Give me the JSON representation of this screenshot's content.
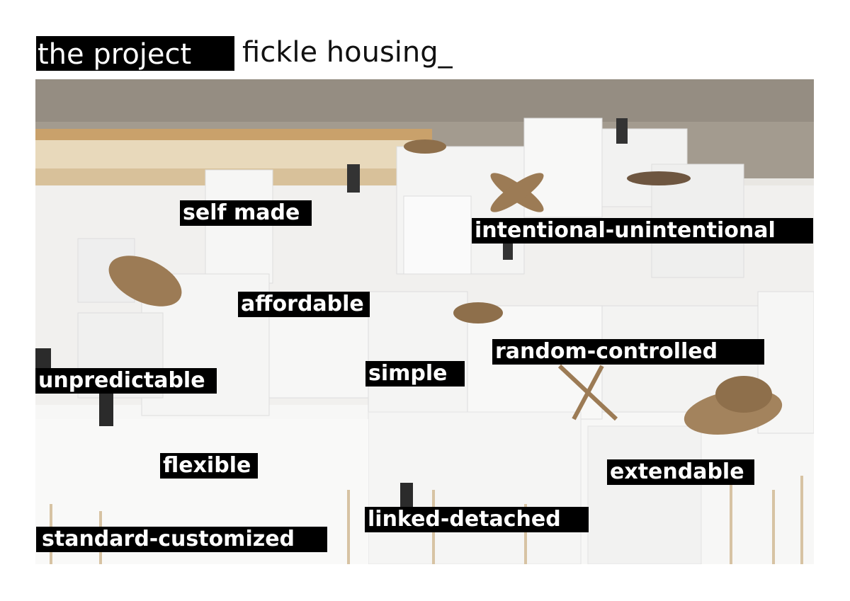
{
  "header": {
    "label": "the project",
    "title": "fickle housing_"
  },
  "photo": {
    "description_icon": "architecture-model-photo"
  },
  "tags": [
    "self made",
    "intentional-unintentional",
    "affordable",
    "random-controlled",
    "simple",
    "unpredictable",
    "flexible",
    "extendable",
    "linked-detached",
    "standard-customized"
  ],
  "colors": {
    "tag_bg": "#000000",
    "tag_text": "#ffffff",
    "wall": "#9e968a",
    "cardboard": "#9c7b55"
  }
}
